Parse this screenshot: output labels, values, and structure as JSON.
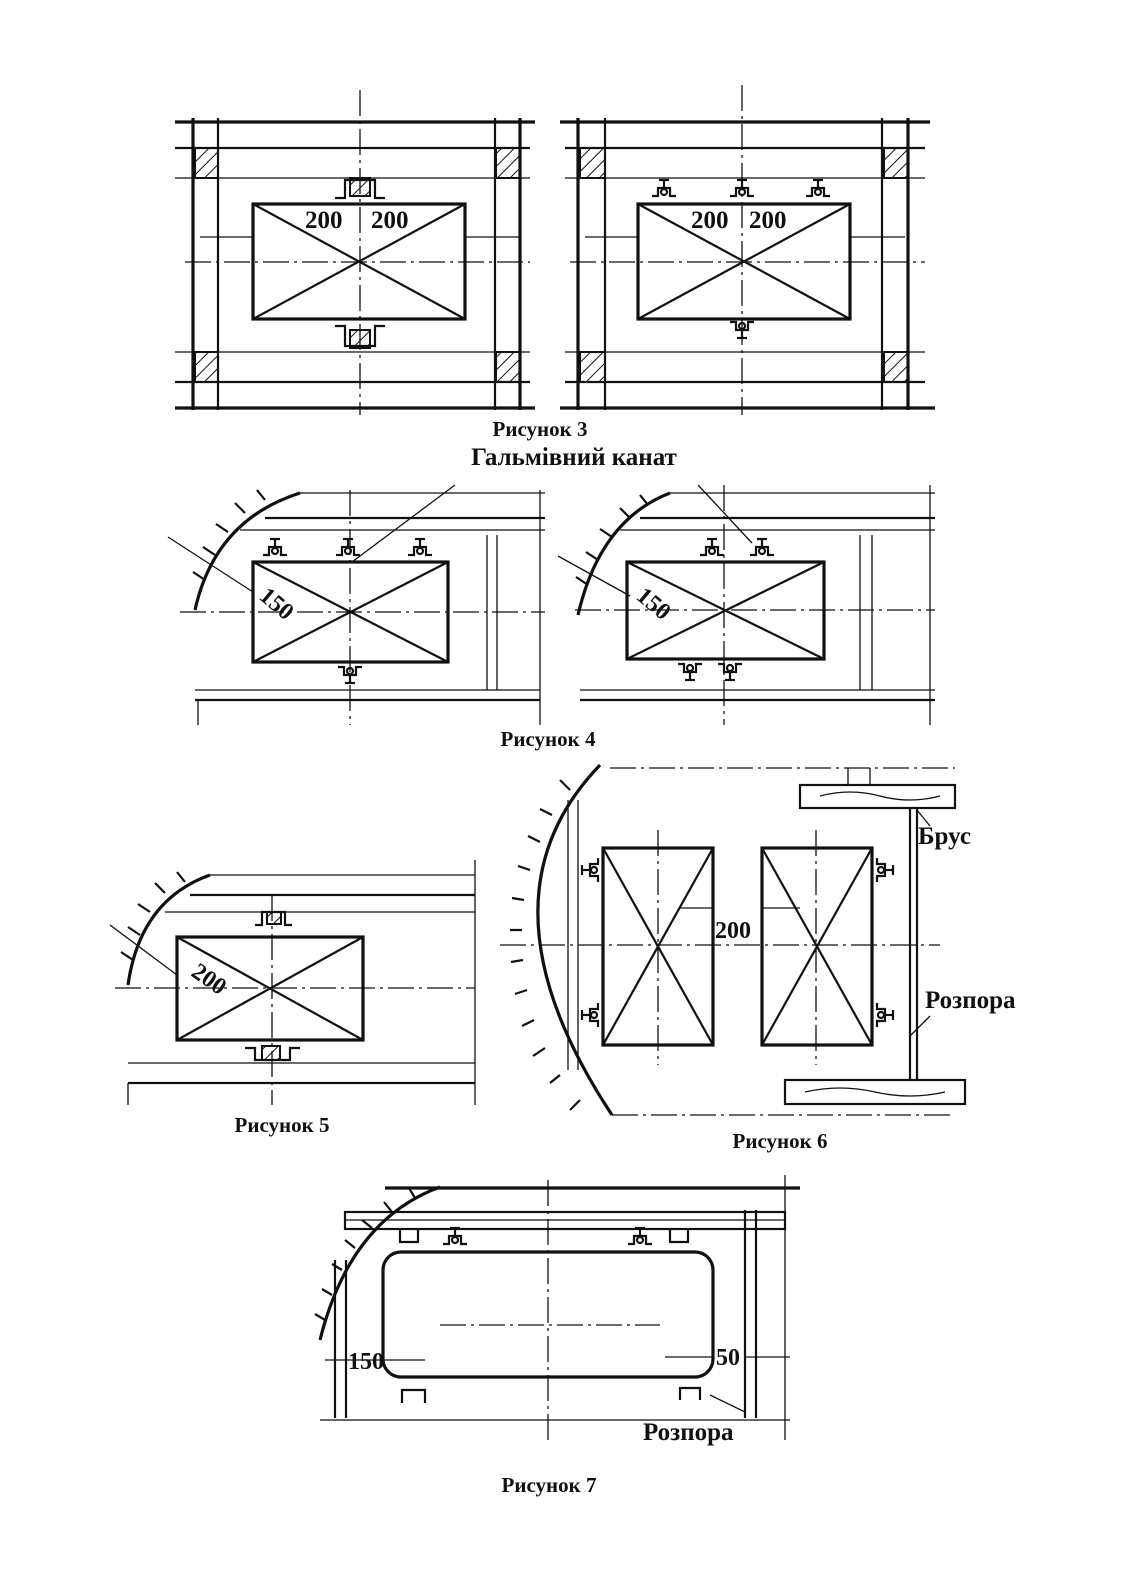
{
  "figures": {
    "fig3": {
      "caption": "Рисунок 3",
      "left_dims": [
        "200",
        "200"
      ],
      "right_dims": [
        "200",
        "200"
      ]
    },
    "brake_label": "Гальмівний канат",
    "fig4": {
      "caption": "Рисунок 4",
      "left_dim": "150",
      "right_dim": "150"
    },
    "fig5": {
      "caption": "Рисунок 5",
      "dim": "200"
    },
    "fig6": {
      "caption": "Рисунок 6",
      "dim": "200",
      "label_beam": "Брус",
      "label_strut": "Розпора"
    },
    "fig7": {
      "caption": "Рисунок 7",
      "dim_left": "150",
      "dim_right": "50",
      "label_strut": "Розпора"
    }
  }
}
